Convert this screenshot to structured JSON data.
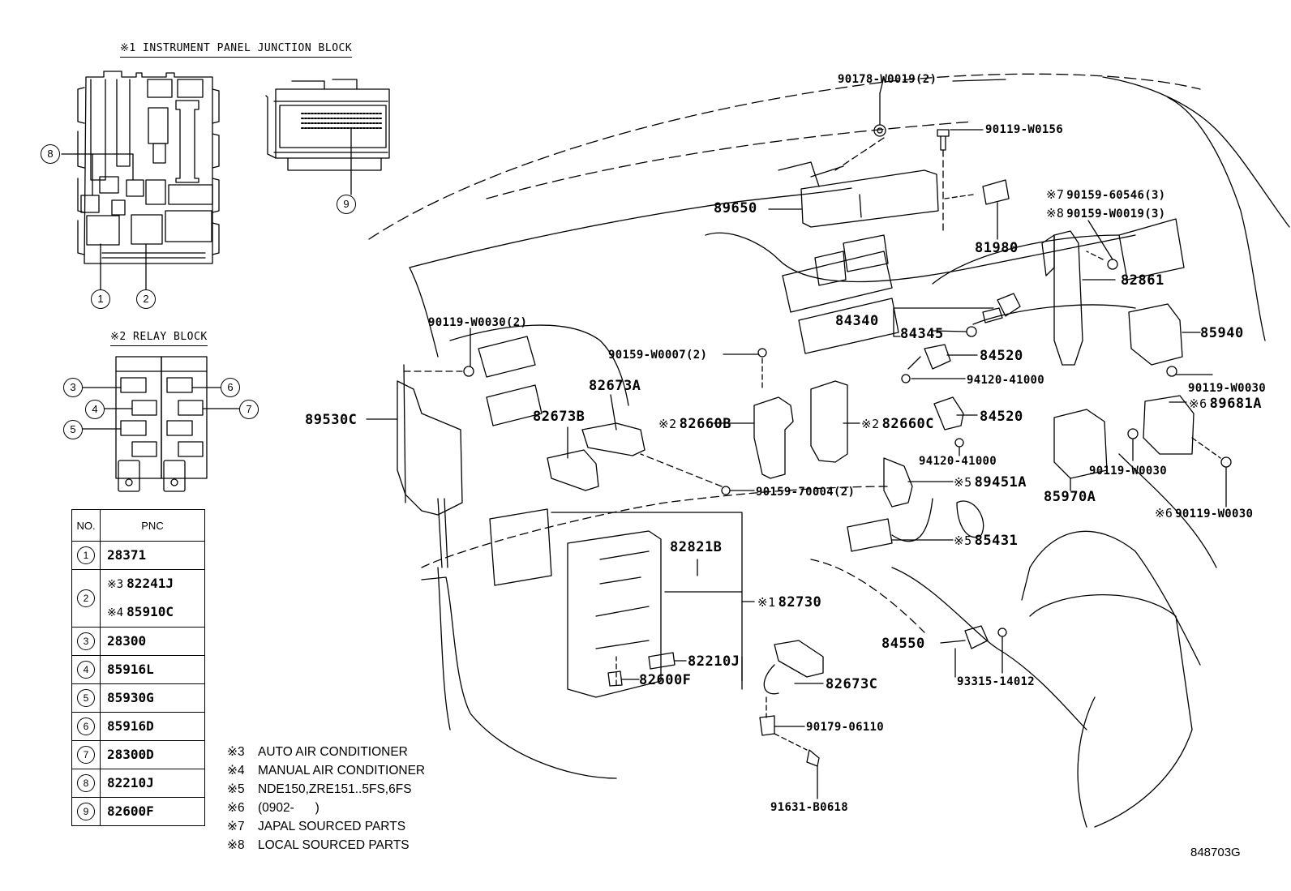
{
  "diagram": {
    "drawing_code": "848703G",
    "note_marker": "※"
  },
  "junction_block": {
    "title": "※1 INSTRUMENT PANEL JUNCTION BLOCK",
    "callouts": [
      "8",
      "1",
      "2",
      "9"
    ]
  },
  "relay_block": {
    "title": "※2 RELAY BLOCK",
    "callouts": [
      "3",
      "4",
      "5",
      "6",
      "7"
    ]
  },
  "pnc_table": {
    "headers": [
      "NO.",
      "PNC"
    ],
    "rows": [
      {
        "no": "1",
        "entries": [
          {
            "mark": "",
            "pnc": "28371"
          }
        ]
      },
      {
        "no": "2",
        "entries": [
          {
            "mark": "※3",
            "pnc": "82241J"
          },
          {
            "mark": "※4",
            "pnc": "85910C"
          }
        ]
      },
      {
        "no": "3",
        "entries": [
          {
            "mark": "",
            "pnc": "28300"
          }
        ]
      },
      {
        "no": "4",
        "entries": [
          {
            "mark": "",
            "pnc": "85916L"
          }
        ]
      },
      {
        "no": "5",
        "entries": [
          {
            "mark": "",
            "pnc": "85930G"
          }
        ]
      },
      {
        "no": "6",
        "entries": [
          {
            "mark": "",
            "pnc": "85916D"
          }
        ]
      },
      {
        "no": "7",
        "entries": [
          {
            "mark": "",
            "pnc": "28300D"
          }
        ]
      },
      {
        "no": "8",
        "entries": [
          {
            "mark": "",
            "pnc": "82210J"
          }
        ]
      },
      {
        "no": "9",
        "entries": [
          {
            "mark": "",
            "pnc": "82600F"
          }
        ]
      }
    ]
  },
  "notes": [
    {
      "mark": "※3",
      "text": "AUTO AIR CONDITIONER"
    },
    {
      "mark": "※4",
      "text": "MANUAL AIR CONDITIONER"
    },
    {
      "mark": "※5",
      "text": "NDE150,ZRE151..5FS,6FS"
    },
    {
      "mark": "※6",
      "text": "(0902-      )"
    },
    {
      "mark": "※7",
      "text": "JAPAL SOURCED PARTS"
    },
    {
      "mark": "※8",
      "text": "LOCAL SOURCED PARTS"
    }
  ],
  "part_labels": {
    "p90178_w0019": {
      "mark": "",
      "text": "90178-W0019(2)"
    },
    "p90119_w0156": {
      "mark": "",
      "text": "90119-W0156"
    },
    "p89650": {
      "mark": "",
      "text": "89650"
    },
    "p90159_60546": {
      "mark": "※7",
      "text": "90159-60546(3)"
    },
    "p90159_w0019": {
      "mark": "※8",
      "text": "90159-W0019(3)"
    },
    "p81980": {
      "mark": "",
      "text": "81980"
    },
    "p82861": {
      "mark": "",
      "text": "82861"
    },
    "p84340": {
      "mark": "",
      "text": "84340"
    },
    "p84345": {
      "mark": "",
      "text": "84345"
    },
    "p85940": {
      "mark": "",
      "text": "85940"
    },
    "p90119_w0030_2": {
      "mark": "",
      "text": "90119-W0030(2)"
    },
    "p90159_w0007": {
      "mark": "",
      "text": "90159-W0007(2)"
    },
    "p84520_a": {
      "mark": "",
      "text": "84520"
    },
    "p94120_41000_a": {
      "mark": "",
      "text": "94120-41000"
    },
    "p90119_w0030_a": {
      "mark": "",
      "text": "90119-W0030"
    },
    "p89681a": {
      "mark": "※6",
      "text": "89681A"
    },
    "p82673a": {
      "mark": "",
      "text": "82673A"
    },
    "p82673b": {
      "mark": "",
      "text": "82673B"
    },
    "p82660b": {
      "mark": "※2",
      "text": "82660B"
    },
    "p82660c": {
      "mark": "※2",
      "text": "82660C"
    },
    "p84520_b": {
      "mark": "",
      "text": "84520"
    },
    "p89530c": {
      "mark": "",
      "text": "89530C"
    },
    "p94120_41000_b": {
      "mark": "",
      "text": "94120-41000"
    },
    "p90119_w0030_b": {
      "mark": "",
      "text": "90119-W0030"
    },
    "p90159_70004": {
      "mark": "",
      "text": "90159-70004(2)"
    },
    "p89451a": {
      "mark": "※5",
      "text": "89451A"
    },
    "p85970a": {
      "mark": "",
      "text": "85970A"
    },
    "p90119_w0030_c": {
      "mark": "※6",
      "text": "90119-W0030"
    },
    "p85431": {
      "mark": "※5",
      "text": "85431"
    },
    "p82821b": {
      "mark": "",
      "text": "82821B"
    },
    "p82730": {
      "mark": "※1",
      "text": "82730"
    },
    "p84550": {
      "mark": "",
      "text": "84550"
    },
    "p82210j": {
      "mark": "",
      "text": "82210J"
    },
    "p82600f": {
      "mark": "",
      "text": "82600F"
    },
    "p93315_14012": {
      "mark": "",
      "text": "93315-14012"
    },
    "p82673c": {
      "mark": "",
      "text": "82673C"
    },
    "p90179_06110": {
      "mark": "",
      "text": "90179-06110"
    },
    "p91631_b0618": {
      "mark": "",
      "text": "91631-B0618"
    }
  }
}
